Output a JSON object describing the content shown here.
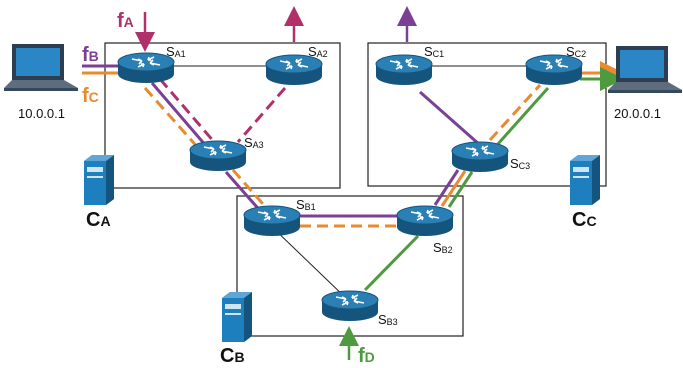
{
  "hosts": {
    "left_ip": "10.0.0.1",
    "right_ip": "20.0.0.1"
  },
  "clusters": {
    "a": {
      "main": "C",
      "sub": "A"
    },
    "b": {
      "main": "C",
      "sub": "B"
    },
    "c": {
      "main": "C",
      "sub": "C"
    }
  },
  "switches": {
    "sa1": {
      "main": "S",
      "sub": "A1"
    },
    "sa2": {
      "main": "S",
      "sub": "A2"
    },
    "sa3": {
      "main": "S",
      "sub": "A3"
    },
    "sb1": {
      "main": "S",
      "sub": "B1"
    },
    "sb2": {
      "main": "S",
      "sub": "B2"
    },
    "sb3": {
      "main": "S",
      "sub": "B3"
    },
    "sc1": {
      "main": "S",
      "sub": "C1"
    },
    "sc2": {
      "main": "S",
      "sub": "C2"
    },
    "sc3": {
      "main": "S",
      "sub": "C3"
    }
  },
  "flows": {
    "fa": {
      "main": "f",
      "sub": "A",
      "color": "#b0306a"
    },
    "fb": {
      "main": "f",
      "sub": "B",
      "color": "#7b3f94"
    },
    "fc": {
      "main": "f",
      "sub": "C",
      "color": "#e98a2e"
    },
    "fd": {
      "main": "f",
      "sub": "D",
      "color": "#4e9a3f"
    }
  },
  "colors": {
    "switch_top": "#1f6fa0",
    "switch_side": "#15557d",
    "server": "#1e7fbf"
  }
}
